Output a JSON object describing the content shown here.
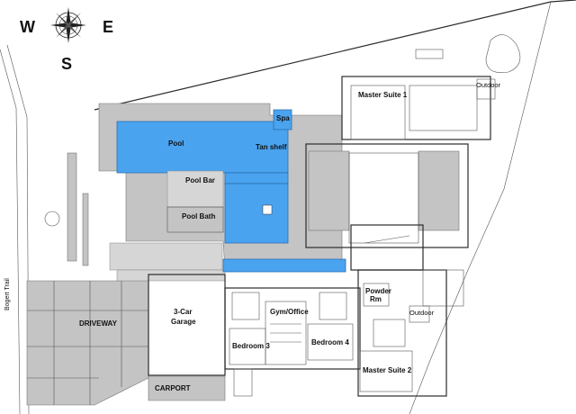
{
  "compass": {
    "west": "W",
    "east": "E",
    "south": "S"
  },
  "road": {
    "name": "Bogert Trail"
  },
  "rooms": {
    "spa": "Spa",
    "pool": "Pool",
    "tan_shelf": "Tan shelf",
    "pool_bar": "Pool Bar",
    "pool_bath": "Pool Bath",
    "master_suite_1": "Master Suite 1",
    "master_suite_2": "Master Suite 2",
    "garage_line1": "3-Car",
    "garage_line2": "Garage",
    "gym_office": "Gym/Office",
    "bedroom_3": "Bedroom 3",
    "bedroom_4": "Bedroom 4",
    "powder_room": "Powder",
    "powder_room2": "Rm",
    "driveway": "DRIVEWAY",
    "carport": "CARPORT",
    "outdoor_1": "Outdoor",
    "outdoor_2": "Outdoor"
  },
  "colors": {
    "water": "#4aa3ef",
    "hardscape": "#c4c4c4"
  },
  "icons": [
    "compass-rose-icon"
  ]
}
